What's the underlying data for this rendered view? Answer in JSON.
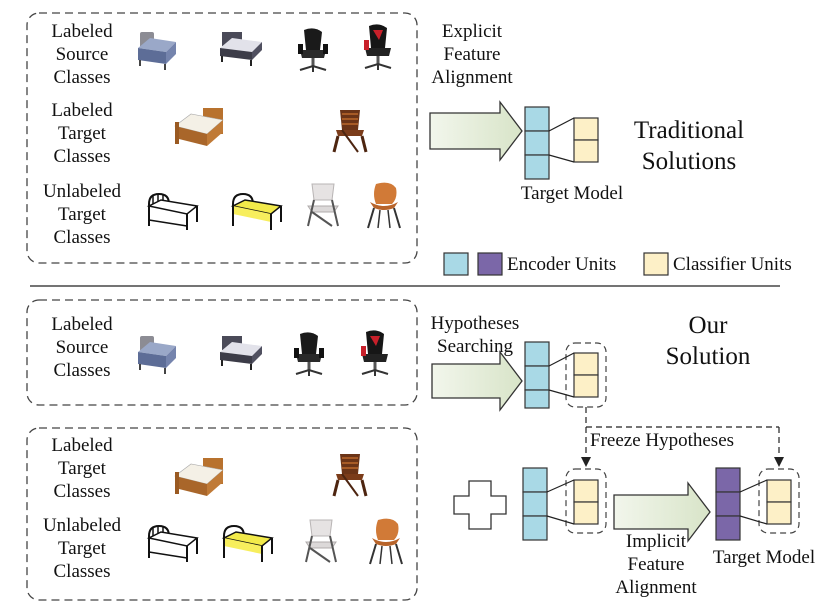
{
  "top": {
    "rows": [
      {
        "label": [
          "Labeled",
          "Source",
          "Classes"
        ]
      },
      {
        "label": [
          "Labeled",
          "Target",
          "Classes"
        ]
      },
      {
        "label": [
          "Unlabeled",
          "Target",
          "Classes"
        ]
      }
    ],
    "arrow_label": [
      "Explicit",
      "Feature",
      "Alignment"
    ],
    "model_label": "Target Model",
    "title": [
      "Traditional",
      "Solutions"
    ]
  },
  "legend": {
    "encoder": "Encoder Units",
    "classifier": "Classifier Units"
  },
  "bottom": {
    "source_label": [
      "Labeled",
      "Source",
      "Classes"
    ],
    "target_labeled": [
      "Labeled",
      "Target",
      "Classes"
    ],
    "target_unlabeled": [
      "Unlabeled",
      "Target",
      "Classes"
    ],
    "arrow_label": [
      "Hypotheses",
      "Searching"
    ],
    "title": [
      "Our",
      "Solution"
    ],
    "freeze_label": "Freeze Hypotheses",
    "implicit_label": [
      "Implicit",
      "Feature",
      "Alignment"
    ],
    "model_label": "Target Model"
  },
  "colors": {
    "encoder_blue": "#a9d9e6",
    "encoder_purple": "#7b67a8",
    "classifier": "#fdf0c7",
    "arrow_fill": "#e6eed9"
  }
}
